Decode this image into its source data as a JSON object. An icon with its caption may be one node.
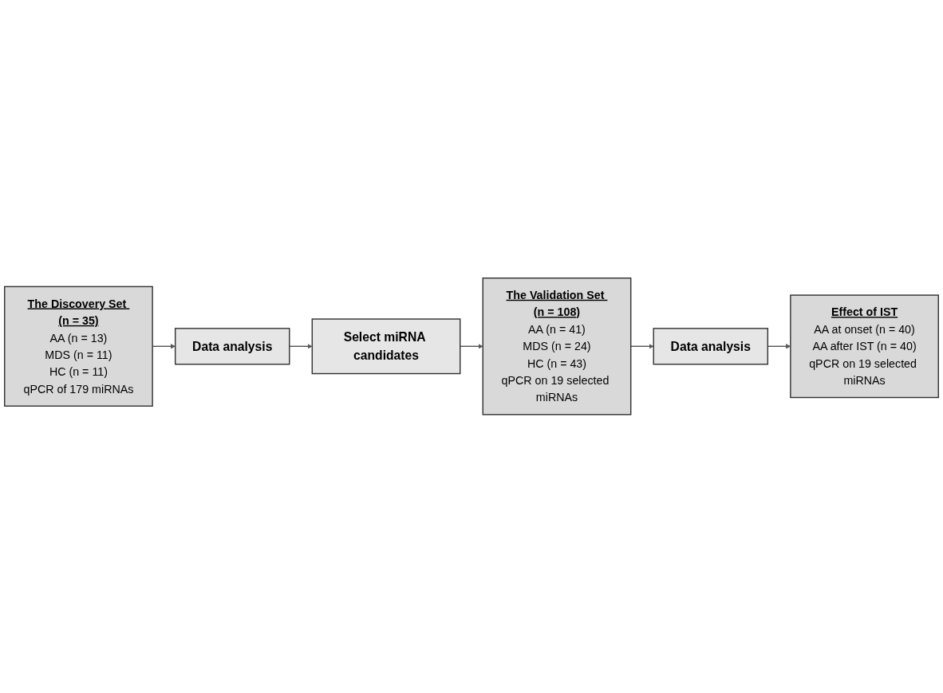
{
  "diagram": {
    "nodes": [
      {
        "text": [
          "The Discovery Set (n = 35)",
          "AA (n = 13)",
          "MDS (n = 11)",
          "HC (n = 11)",
          "qPCR of 179 miRNAs"
        ]
      },
      {
        "text": [
          "Data analysis"
        ]
      },
      {
        "text": [
          "Select miRNA candidates"
        ]
      },
      {
        "text": [
          "The Validation Set (n = 108)",
          "AA (n = 41)",
          "MDS (n = 24)",
          "HC (n = 43)",
          "qPCR on 19 selected miRNAs"
        ]
      },
      {
        "text": [
          "Data analysis"
        ]
      },
      {
        "text": [
          "Effect of IST",
          "AA at onset (n = 40)",
          "AA after IST (n = 40)",
          "qPCR on 19 selected miRNAs"
        ]
      }
    ],
    "edges": [
      {
        "from": 0,
        "to": 1,
        "arrow": "to"
      },
      {
        "from": 1,
        "to": 2,
        "arrow": "to"
      },
      {
        "from": 2,
        "to": 3,
        "arrow": "to"
      },
      {
        "from": 3,
        "to": 4,
        "arrow": "to"
      },
      {
        "from": 4,
        "to": 5,
        "arrow": "to"
      }
    ]
  }
}
